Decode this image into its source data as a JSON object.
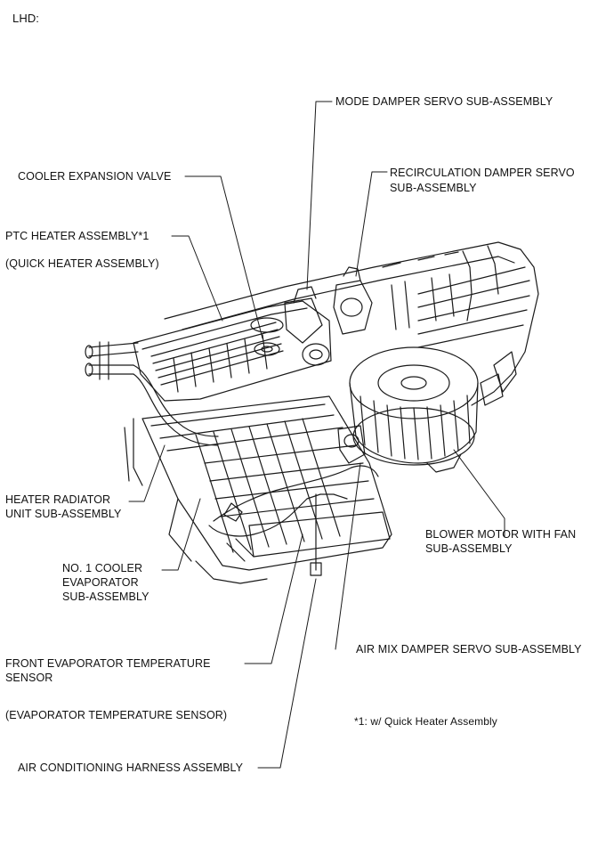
{
  "header": {
    "variant": "LHD:"
  },
  "callouts": {
    "mode_damper_servo": "MODE DAMPER SERVO SUB-ASSEMBLY",
    "recirculation_damper_servo_line1": "RECIRCULATION DAMPER SERVO",
    "recirculation_damper_servo_line2": "SUB-ASSEMBLY",
    "cooler_expansion_valve": "COOLER EXPANSION VALVE",
    "ptc_heater": "PTC HEATER ASSEMBLY*1",
    "ptc_heater_alias": "(QUICK HEATER ASSEMBLY)",
    "heater_radiator_line1": "HEATER RADIATOR",
    "heater_radiator_line2": "UNIT SUB-ASSEMBLY",
    "blower_motor_line1": "BLOWER MOTOR WITH FAN",
    "blower_motor_line2": "SUB-ASSEMBLY",
    "cooler_evaporator_line1": "NO. 1 COOLER",
    "cooler_evaporator_line2": "EVAPORATOR",
    "cooler_evaporator_line3": "SUB-ASSEMBLY",
    "air_mix_damper_servo": "AIR MIX DAMPER SERVO SUB-ASSEMBLY",
    "front_evap_sensor_line1": "FRONT EVAPORATOR TEMPERATURE",
    "front_evap_sensor_line2": "SENSOR",
    "front_evap_sensor_alias": "(EVAPORATOR TEMPERATURE SENSOR)",
    "ac_harness": "AIR CONDITIONING HARNESS ASSEMBLY"
  },
  "footnote": "*1: w/ Quick Heater Assembly",
  "colors": {
    "line": "#1a1a1a",
    "background": "#ffffff"
  }
}
